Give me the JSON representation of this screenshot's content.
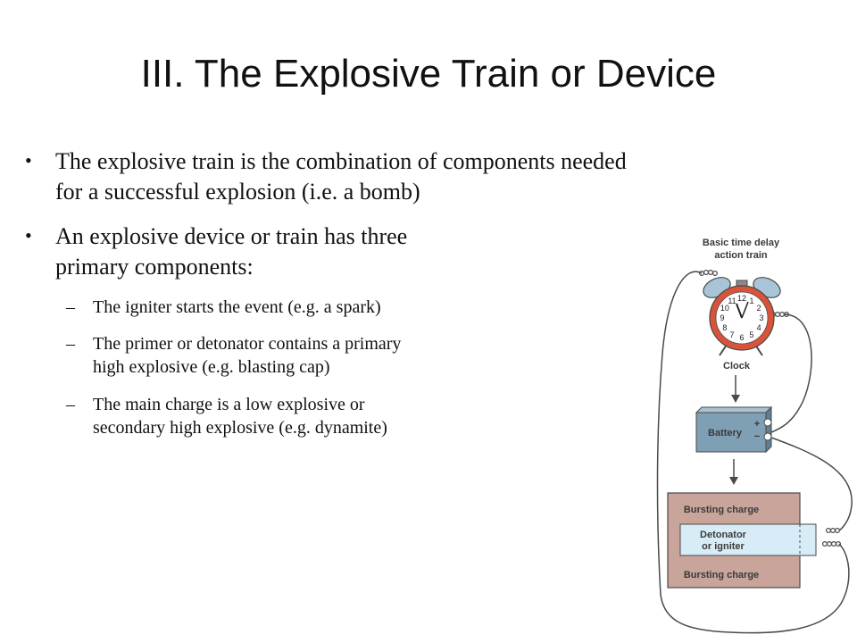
{
  "slide": {
    "title": "III. The Explosive Train or Device",
    "bullets": [
      {
        "lines": [
          "The explosive train is the combination of components needed",
          "for a successful explosion (i.e. a bomb)"
        ]
      },
      {
        "lines": [
          "An explosive device or train has three",
          "primary components:"
        ],
        "subitems": [
          {
            "lines": [
              "The igniter starts the event (e.g. a spark)"
            ]
          },
          {
            "lines": [
              "The primer or detonator contains a primary",
              "high explosive (e.g. blasting cap)"
            ]
          },
          {
            "lines": [
              "The main charge is a low explosive or",
              "secondary high explosive (e.g. dynamite)"
            ]
          }
        ]
      }
    ]
  },
  "figure": {
    "caption_line1": "Basic time delay",
    "caption_line2": "action train",
    "clock_label": "Clock",
    "clock_numbers": [
      "12",
      "1",
      "2",
      "3",
      "4",
      "5",
      "6",
      "7",
      "8",
      "9",
      "10",
      "11"
    ],
    "battery_label": "Battery",
    "battery_plus": "+",
    "battery_minus": "−",
    "bursting_top": "Bursting charge",
    "detonator_line1": "Detonator",
    "detonator_line2": "or igniter",
    "bursting_bottom": "Bursting charge",
    "colors": {
      "clock_rim": "#d9533a",
      "clock_bells": "#a9c4d6",
      "battery": "#7f9fb5",
      "charge": "#c9a49a",
      "detonator": "#d8ecf7",
      "wire": "#4a4a4a"
    }
  }
}
